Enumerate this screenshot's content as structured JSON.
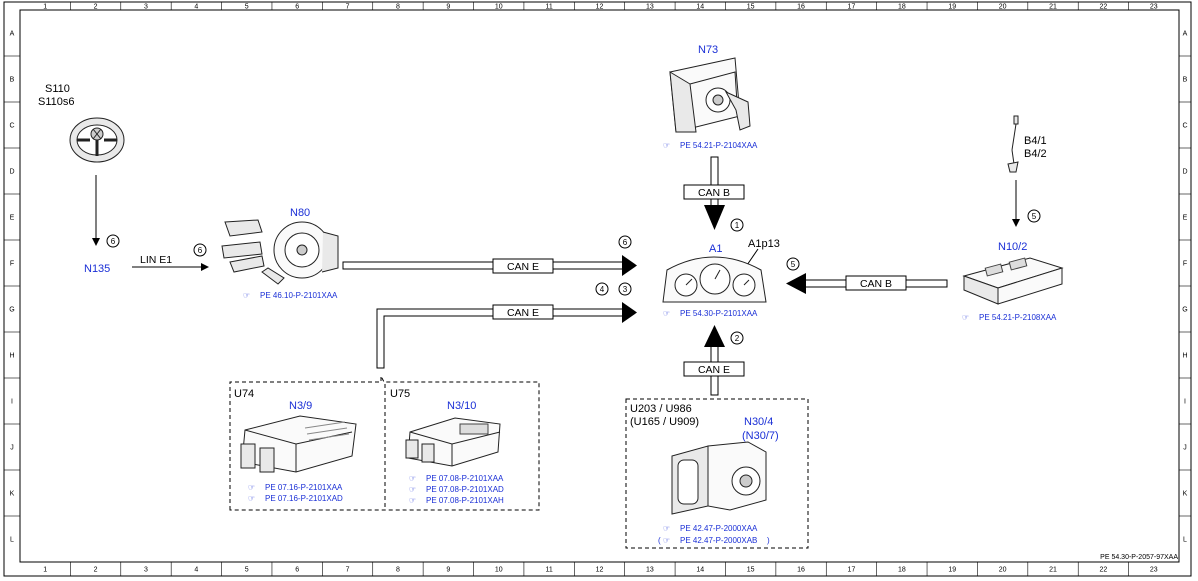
{
  "grid": {
    "columns": [
      "1",
      "2",
      "3",
      "4",
      "5",
      "6",
      "7",
      "8",
      "9",
      "10",
      "11",
      "12",
      "13",
      "14",
      "15",
      "16",
      "17",
      "18",
      "19",
      "20",
      "21",
      "22",
      "23"
    ],
    "rows": [
      "A",
      "B",
      "C",
      "D",
      "E",
      "F",
      "G",
      "H",
      "I",
      "J",
      "K",
      "L"
    ]
  },
  "footer_ref": "PE 54.30-P-2057-97XAA",
  "components": {
    "s110": {
      "label1": "S110",
      "label2": "S110s6"
    },
    "n135": {
      "label": "N135"
    },
    "n80": {
      "label": "N80",
      "ref": "PE 46.10-P-2101XAA"
    },
    "n73": {
      "label": "N73",
      "ref": "PE 54.21-P-2104XAA"
    },
    "b4": {
      "label1": "B4/1",
      "label2": "B4/2"
    },
    "n10": {
      "label": "N10/2",
      "ref": "PE 54.21-P-2108XAA"
    },
    "a1": {
      "label": "A1",
      "sublabel": "A1p13",
      "ref": "PE 54.30-P-2101XAA"
    },
    "u74": {
      "group": "U74",
      "label": "N3/9",
      "refs": [
        "PE 07.16-P-2101XAA",
        "PE 07.16-P-2101XAD"
      ]
    },
    "u75": {
      "group": "U75",
      "label": "N3/10",
      "refs": [
        "PE 07.08-P-2101XAA",
        "PE 07.08-P-2101XAD",
        "PE 07.08-P-2101XAH"
      ]
    },
    "n30": {
      "group1": "U203 / U986",
      "group2": "(U165 / U909)",
      "label1": "N30/4",
      "label2": "(N30/7)",
      "ref1": "PE 42.47-P-2000XAA",
      "ref2": "PE 42.47-P-2000XAB",
      "ref2_prefix": "(",
      "ref2_suffix": ")"
    }
  },
  "buses": {
    "lin_e1": "LIN E1",
    "can_e_top": "CAN E",
    "can_e_bottom": "CAN E",
    "can_b_top": "CAN B",
    "can_b_right": "CAN B",
    "can_e_lower": "CAN E"
  },
  "markers": {
    "m1": "1",
    "m2": "2",
    "m3": "3",
    "m4": "4",
    "m5_b4": "5",
    "m5_n10": "5",
    "m6_s110": "6",
    "m6_n135": "6",
    "m6_n80": "6"
  }
}
